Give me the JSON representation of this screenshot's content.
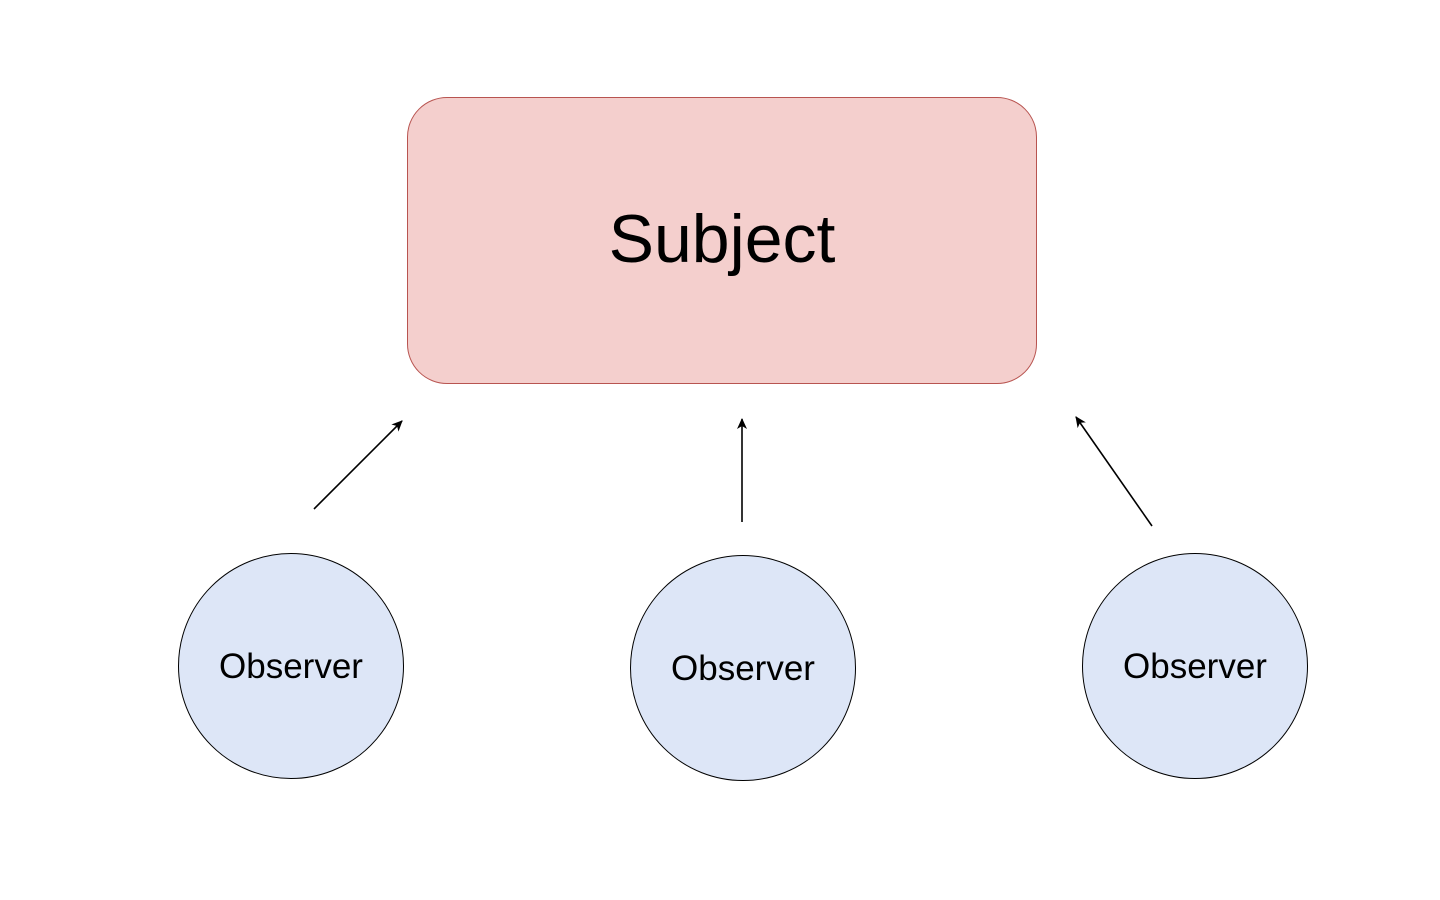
{
  "diagram": {
    "subject": {
      "label": "Subject",
      "fill": "#f4cfcd",
      "stroke": "#b85450"
    },
    "observers": [
      {
        "label": "Observer",
        "fill": "#dde6f7",
        "stroke": "#000000"
      },
      {
        "label": "Observer",
        "fill": "#dde6f7",
        "stroke": "#000000"
      },
      {
        "label": "Observer",
        "fill": "#dde6f7",
        "stroke": "#000000"
      }
    ],
    "arrows": [
      {
        "from": "observer-1",
        "to": "subject",
        "color": "#000000"
      },
      {
        "from": "observer-2",
        "to": "subject",
        "color": "#000000"
      },
      {
        "from": "observer-3",
        "to": "subject",
        "color": "#000000"
      }
    ]
  }
}
